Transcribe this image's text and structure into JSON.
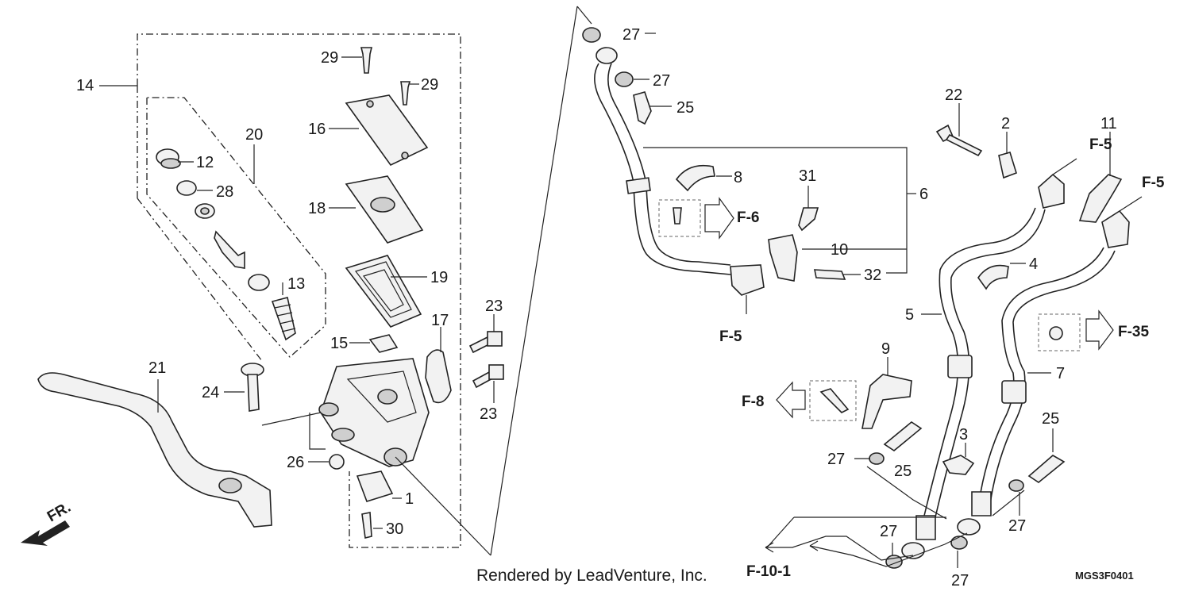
{
  "parts": {
    "p1": "1",
    "p2": "2",
    "p3": "3",
    "p4": "4",
    "p5": "5",
    "p6": "6",
    "p7": "7",
    "p8": "8",
    "p9": "9",
    "p10": "10",
    "p11": "11",
    "p12": "12",
    "p13": "13",
    "p14": "14",
    "p15": "15",
    "p16": "16",
    "p17": "17",
    "p18": "18",
    "p19": "19",
    "p20": "20",
    "p21": "21",
    "p22": "22",
    "p23": "23",
    "p24": "24",
    "p25": "25",
    "p26": "26",
    "p27": "27",
    "p28": "28",
    "p29": "29",
    "p30": "30",
    "p31": "31",
    "p32": "32"
  },
  "refs": {
    "f5": "F-5",
    "f6": "F-6",
    "f8": "F-8",
    "f35": "F-35",
    "f10_1": "F-10-1",
    "fr": "FR."
  },
  "footer": {
    "credit": "Rendered by LeadVenture, Inc.",
    "code": "MGS3F0401"
  },
  "colors": {
    "ink": "#1a1a1a",
    "background": "#ffffff",
    "fill": "#f2f2f2"
  }
}
